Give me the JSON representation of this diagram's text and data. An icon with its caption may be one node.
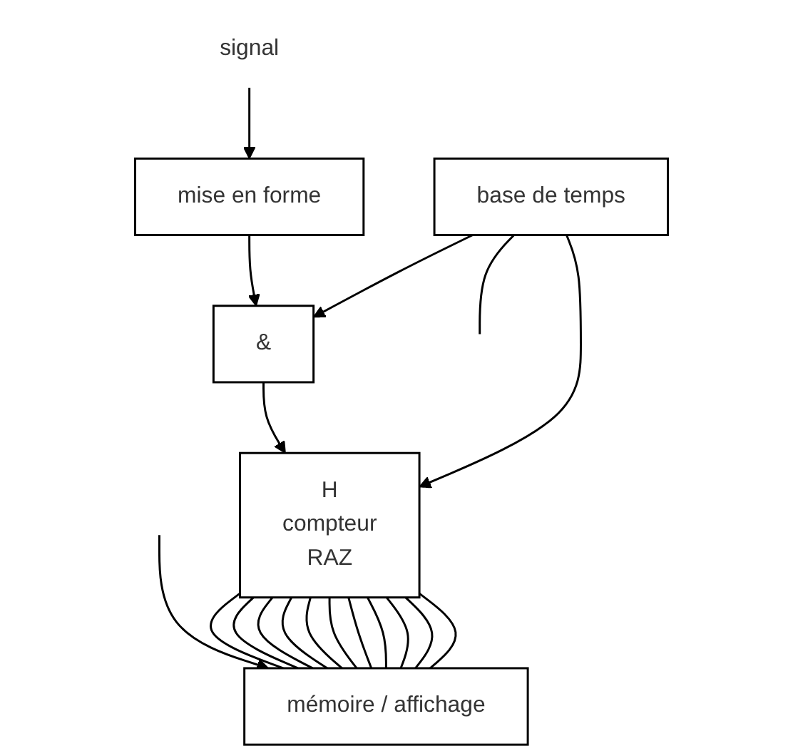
{
  "diagram": {
    "nodes": [
      {
        "text": [
          "signal"
        ]
      },
      {
        "text": [
          "mise en forme"
        ]
      },
      {
        "text": [
          "base de temps"
        ]
      },
      {
        "text": [
          "&"
        ]
      },
      {
        "text": [
          "H",
          "compteur",
          "RAZ"
        ]
      },
      {
        "text": [
          "mémoire / affichage"
        ]
      }
    ],
    "edges": [
      {
        "from": 0,
        "to": 1,
        "arrow": "to"
      },
      {
        "from": 1,
        "to": 3,
        "arrow": "to"
      },
      {
        "from": 2,
        "to": 3,
        "arrow": "to"
      },
      {
        "from": 3,
        "to": 4,
        "arrow": "to"
      },
      {
        "from": 2,
        "to": 4,
        "arrow": "to"
      },
      {
        "from": 2,
        "to": null,
        "arrow": "none"
      },
      {
        "from": null,
        "to": 5,
        "arrow": "to"
      },
      {
        "from": 4,
        "to": 5,
        "arrow": "none"
      },
      {
        "from": 4,
        "to": 5,
        "arrow": "none"
      },
      {
        "from": 4,
        "to": 5,
        "arrow": "none"
      },
      {
        "from": 4,
        "to": 5,
        "arrow": "none"
      },
      {
        "from": 4,
        "to": 5,
        "arrow": "none"
      },
      {
        "from": 4,
        "to": 5,
        "arrow": "none"
      },
      {
        "from": 4,
        "to": 5,
        "arrow": "none"
      },
      {
        "from": 4,
        "to": 5,
        "arrow": "none"
      },
      {
        "from": 4,
        "to": 5,
        "arrow": "none"
      },
      {
        "from": 4,
        "to": 5,
        "arrow": "none"
      },
      {
        "from": 4,
        "to": 5,
        "arrow": "none"
      }
    ]
  }
}
